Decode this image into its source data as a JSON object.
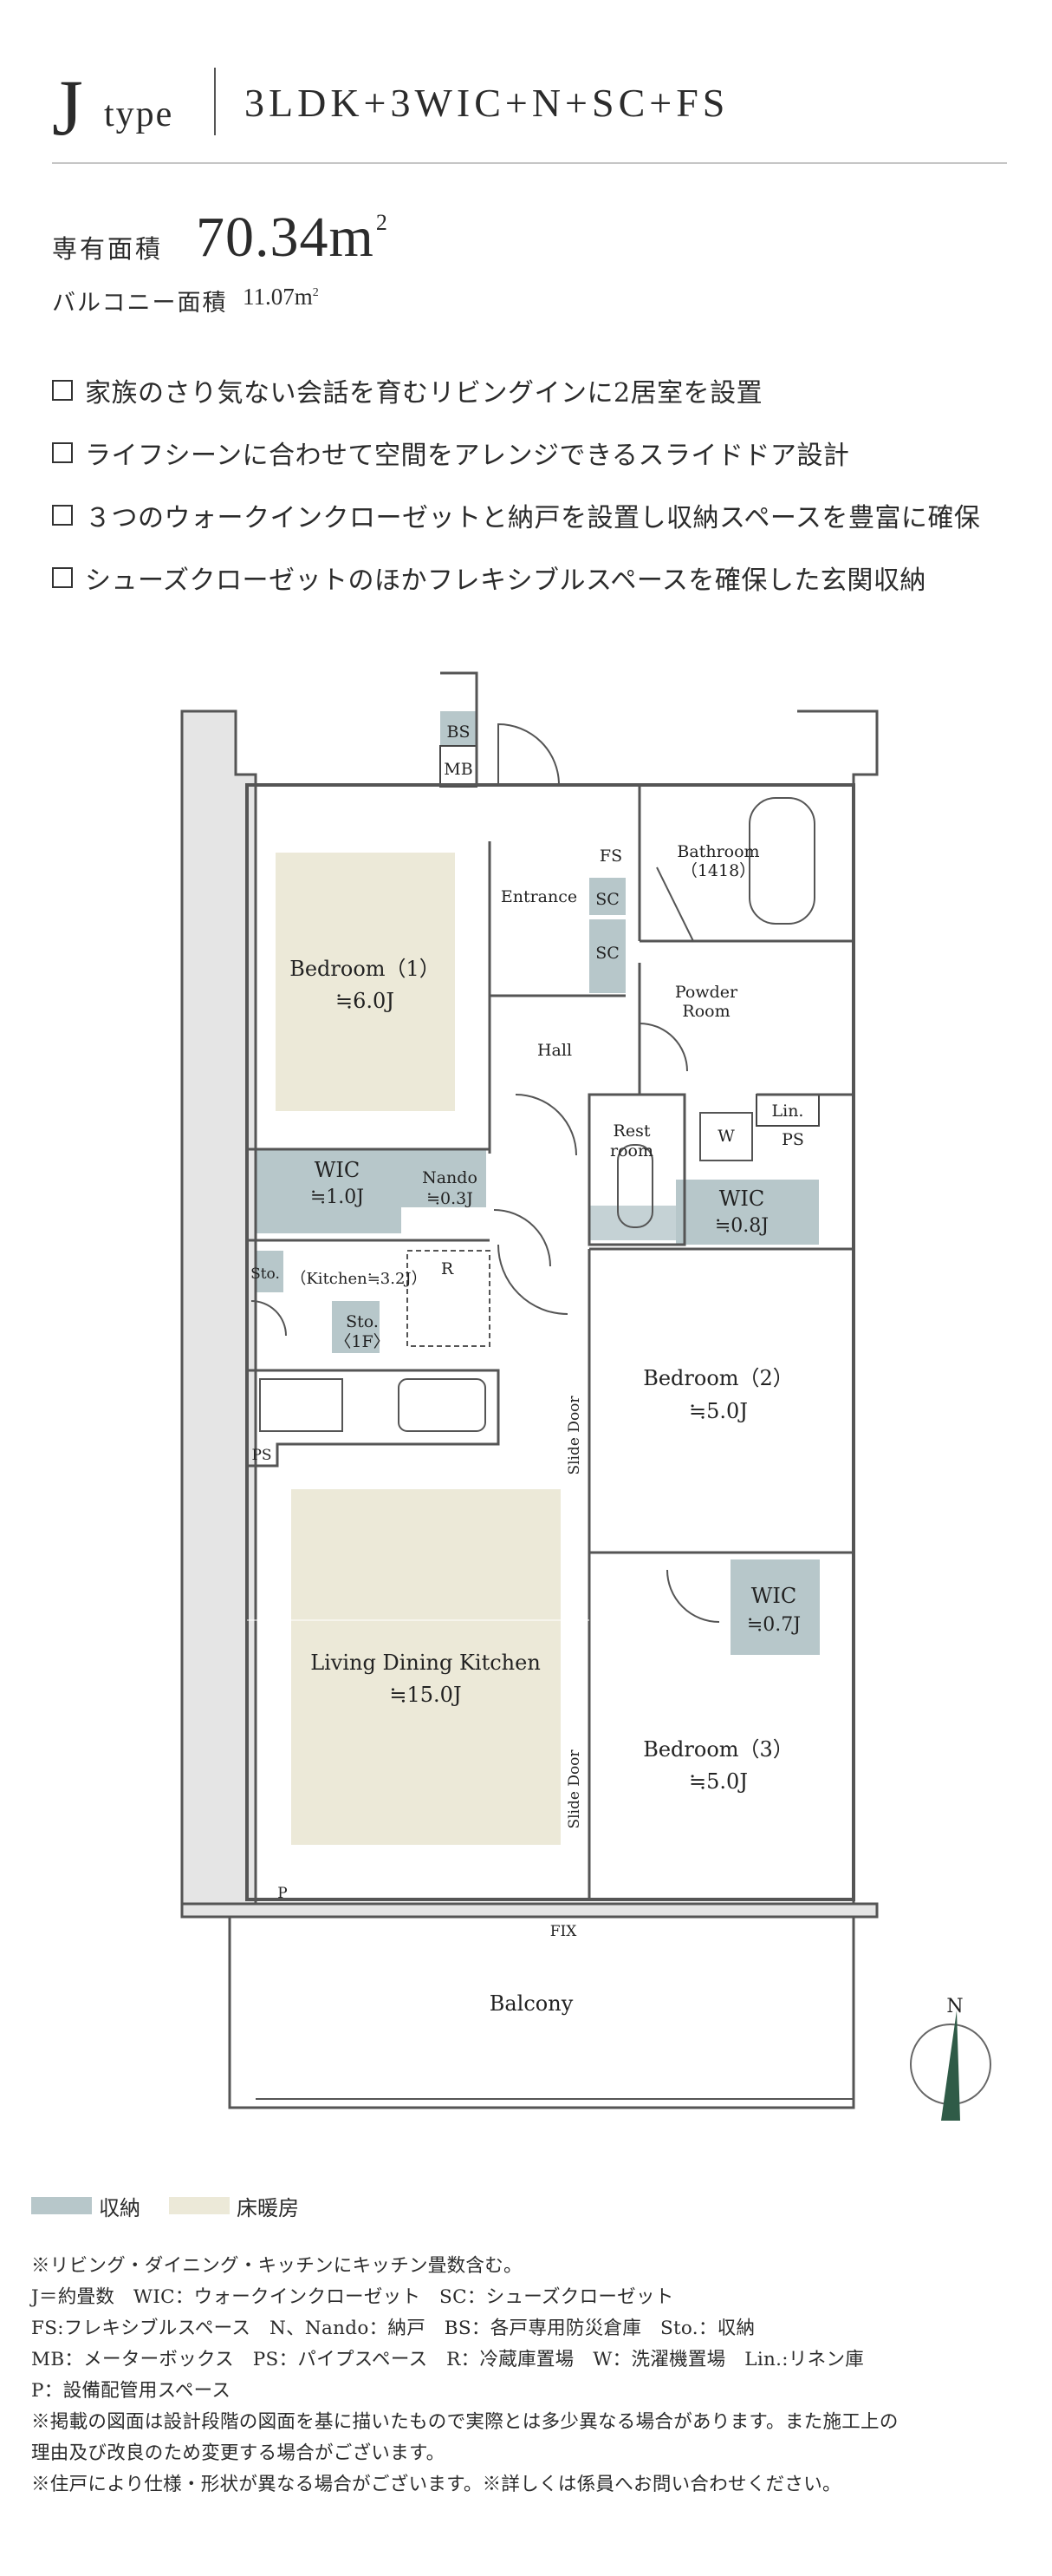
{
  "header": {
    "type_letter": "J",
    "type_word": "type",
    "plan": "3LDK+3WIC+N+SC+FS"
  },
  "area": {
    "label": "専有面積",
    "value": "70.34m",
    "unit_sup": "2",
    "balcony_label": "バルコニー面積",
    "balcony_value": "11.07m",
    "balcony_unit_sup": "2"
  },
  "features": [
    "家族のさり気ない会話を育むリビングインに2居室を設置",
    "ライフシーンに合わせて空間をアレンジできるスライドドア設計",
    "３つのウォークインクローゼットと納戸を設置し収納スペースを豊富に確保",
    "シューズクローゼットのほかフレキシブルスペースを確保した玄関収納"
  ],
  "plan": {
    "bs": "BS",
    "mb": "MB",
    "fs": "FS",
    "entrance": "Entrance",
    "sc1": "SC",
    "sc2": "SC",
    "bathroom": "Bathroom",
    "bathroom_size": "（1418）",
    "powder": "Powder",
    "powder2": "Room",
    "hall": "Hall",
    "lin": "Lin.",
    "ps_top": "PS",
    "bed1": "Bedroom（1）",
    "bed1_size": "≒6.0J",
    "wic1": "WIC",
    "wic1_size": "≒1.0J",
    "nando": "Nando",
    "nando_size": "≒0.3J",
    "rest": "Rest",
    "rest2": "room",
    "w": "W",
    "wic2": "WIC",
    "wic2_size": "≒0.8J",
    "sto": "Sto.",
    "kitchen": "（Kitchen≒3.2J）",
    "r": "R",
    "sto1f": "Sto.",
    "sto1f2": "〈1F〉",
    "ps_left": "PS",
    "slide1": "Slide Door",
    "bed2": "Bedroom（2）",
    "bed2_size": "≒5.0J",
    "ldk": "Living Dining Kitchen",
    "ldk_size": "≒15.0J",
    "wic3": "WIC",
    "wic3_size": "≒0.7J",
    "slide2": "Slide Door",
    "bed3": "Bedroom（3）",
    "bed3_size": "≒5.0J",
    "p": "P",
    "fix": "FIX",
    "balcony": "Balcony",
    "north": "N"
  },
  "legend": {
    "storage": "収納",
    "floor_heating": "床暖房",
    "storage_color": "#b7c7ca",
    "floor_heating_color": "#ece9d8"
  },
  "notes": [
    "※リビング・ダイニング・キッチンにキッチン畳数含む。",
    "J＝約畳数　WIC：ウォークインクローゼット　SC：シューズクローゼット",
    "FS:フレキシブルスペース　N、Nando：納戸　BS：各戸専用防災倉庫　Sto.：収納",
    "MB：メーターボックス　PS：パイプスペース　R：冷蔵庫置場　W：洗濯機置場　Lin.:リネン庫",
    "P：設備配管用スペース",
    "※掲載の図面は設計段階の図面を基に描いたもので実際とは多少異なる場合があります。また施工上の",
    "理由及び改良のため変更する場合がございます。",
    "※住戸により仕様・形状が異なる場合がございます。※詳しくは係員へお問い合わせください。"
  ]
}
